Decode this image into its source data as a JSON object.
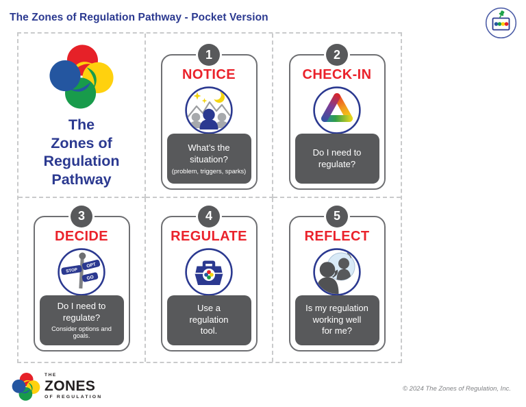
{
  "header": {
    "title": "The Zones of Regulation Pathway - Pocket Version"
  },
  "intro": {
    "title": "The\nZones of\nRegulation\nPathway"
  },
  "cards": [
    {
      "number": "1",
      "title": "NOTICE",
      "question": "What’s the\nsituation?",
      "note": "(problem, triggers, sparks)"
    },
    {
      "number": "2",
      "title": "CHECK-IN",
      "question": "Do I need to\nregulate?"
    },
    {
      "number": "3",
      "title": "DECIDE",
      "question": "Do I need to\nregulate?",
      "note": "Consider options and goals.",
      "signs": [
        "STOP",
        "OPT",
        "GO"
      ]
    },
    {
      "number": "4",
      "title": "REGULATE",
      "question": "Use a\nregulation\ntool."
    },
    {
      "number": "5",
      "title": "REFLECT",
      "question": "Is my regulation\nworking well\nfor me?"
    }
  ],
  "footer": {
    "brand_the": "THE",
    "brand_zones": "ZONES",
    "brand_of_regulation": "OF REGULATION",
    "copyright": "© 2024 The Zones of Regulation, Inc."
  },
  "colors": {
    "navy": "#2B3990",
    "red": "#EA222B",
    "box_gray": "#58595B",
    "border_gray": "#6E6F72",
    "dash_gray": "#C9CACB",
    "muted": "#808285",
    "black": "#231F20",
    "logo_red": "#E62128",
    "logo_yellow": "#FFD10E",
    "logo_green": "#189B4B",
    "logo_blue": "#2456A0"
  }
}
